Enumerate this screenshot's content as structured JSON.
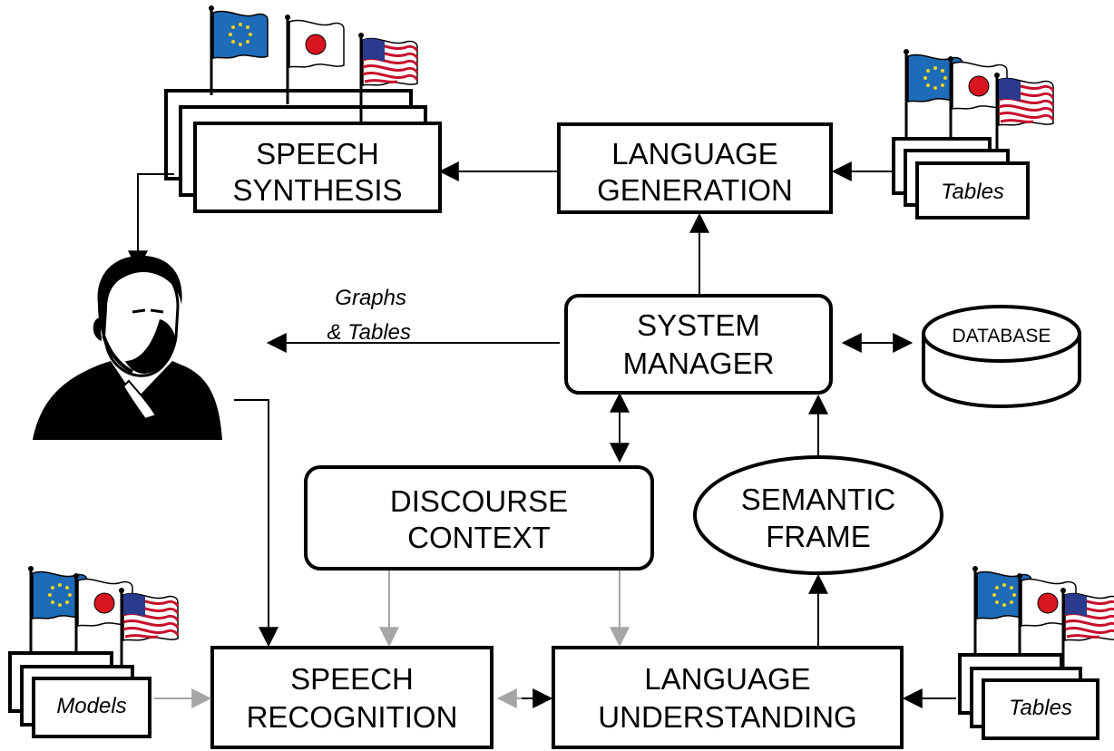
{
  "components": {
    "speech_synthesis": [
      "SPEECH",
      "SYNTHESIS"
    ],
    "language_generation": [
      "LANGUAGE",
      "GENERATION"
    ],
    "system_manager": [
      "SYSTEM",
      "MANAGER"
    ],
    "database": "DATABASE",
    "discourse_context": [
      "DISCOURSE",
      "CONTEXT"
    ],
    "semantic_frame": [
      "SEMANTIC",
      "FRAME"
    ],
    "speech_recognition": [
      "SPEECH",
      "RECOGNITION"
    ],
    "language_understanding": [
      "LANGUAGE",
      "UNDERSTANDING"
    ]
  },
  "resources": {
    "generation_tables": "Tables",
    "understanding_tables": "Tables",
    "recognition_models": "Models"
  },
  "annotations": {
    "graphs_tables": [
      "Graphs",
      "& Tables"
    ]
  },
  "colors": {
    "line": "#000000",
    "gray_line": "#a6a6a6",
    "eu_blue": "#1e6bb8",
    "eu_star": "#f2d21f",
    "jp_red": "#d8141f",
    "us_red": "#c8102e",
    "us_blue": "#2a3a8c"
  },
  "icons": [
    "user-with-headset-icon",
    "eu-flag-icon",
    "japan-flag-icon",
    "usa-flag-icon"
  ]
}
